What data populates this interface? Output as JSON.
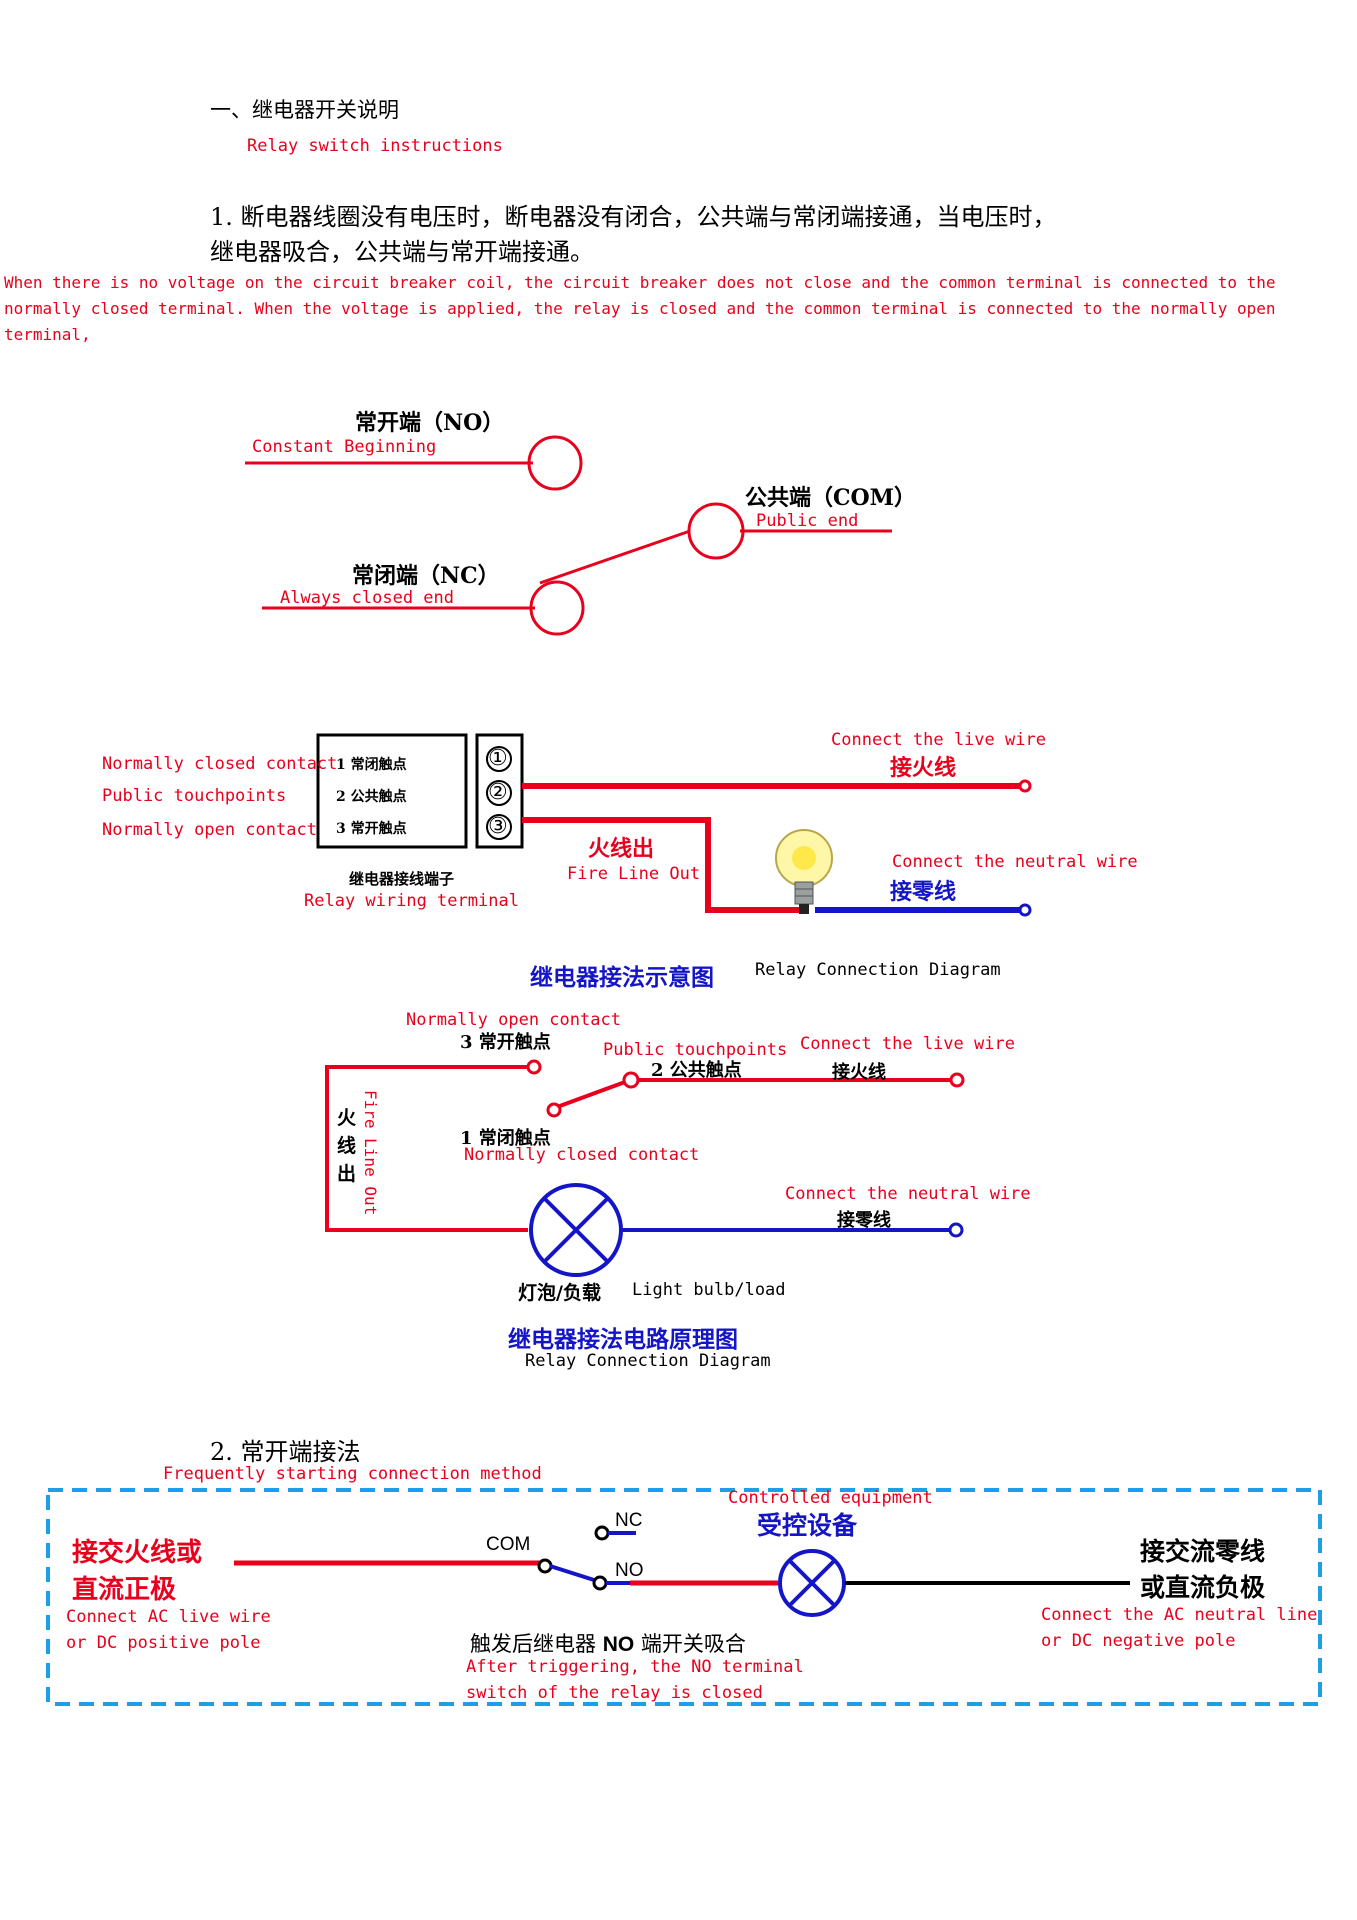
{
  "heading1": "一、继电器开关说明",
  "heading1_en": "Relay switch instructions",
  "para1_cn_line1": "1. 断电器线圈没有电压时，断电器没有闭合，公共端与常闭端接通，当电压时，",
  "para1_cn_line2": "继电器吸合，公共端与常开端接通。",
  "para1_en_line1": "When there is no voltage on the circuit breaker coil, the circuit breaker does not close and the common terminal is connected to the",
  "para1_en_line2": "normally closed terminal. When the voltage is applied, the relay is closed and the common terminal is connected to the normally open",
  "para1_en_line3": "terminal,",
  "diagram1": {
    "no_label": "常开端（NO）",
    "no_en": "Constant Beginning",
    "com_label": "公共端（COM）",
    "com_en": "Public end",
    "nc_label": "常闭端（NC）",
    "nc_en": "Always closed end"
  },
  "diagram2": {
    "nc_contact_en": "Normally closed contact",
    "com_contact_en": "Public touchpoints",
    "no_contact_en": "Normally open contact",
    "row1": "1 常闭触点",
    "row2": "2 公共触点",
    "row3": "3 常开触点",
    "term1": "①",
    "term2": "②",
    "term3": "③",
    "terminal_cn": "继电器接线端子",
    "terminal_en": "Relay wiring terminal",
    "live_en": "Connect the live wire",
    "live_cn": "接火线",
    "fire_out_cn": "火线出",
    "fire_out_en": "Fire Line Out",
    "neutral_en": "Connect the neutral wire",
    "neutral_cn": "接零线",
    "title_cn": "继电器接法示意图",
    "title_en": "Relay Connection Diagram"
  },
  "diagram3": {
    "no_en": "Normally open contact",
    "no_cn": "3 常开触点",
    "com_en": "Public touchpoints",
    "com_cn": "2 公共触点",
    "live_en": "Connect the live wire",
    "live_cn": "接火线",
    "fire_cn": "火线出",
    "fire_en": "Fire Line Out",
    "nc_cn": "1 常闭触点",
    "nc_en": "Normally closed contact",
    "neutral_en": "Connect the neutral wire",
    "neutral_cn": "接零线",
    "bulb_cn": "灯泡/负载",
    "bulb_en": "Light bulb/load",
    "title_cn": "继电器接法电路原理图",
    "title_en": "Relay Connection Diagram"
  },
  "heading2": "2. 常开端接法",
  "heading2_en": "Frequently starting connection method",
  "diagram4": {
    "controlled_en": "Controlled equipment",
    "controlled_cn": "受控设备",
    "nc": "NC",
    "com": "COM",
    "no": "NO",
    "left_cn_1": "接交火线或",
    "left_cn_2": "直流正极",
    "left_en_1": "Connect AC live wire",
    "left_en_2": "or DC positive pole",
    "right_cn_1": "接交流零线",
    "right_cn_2": "或直流负极",
    "right_en_1": "Connect the AC neutral line",
    "right_en_2": "or DC negative pole",
    "bottom_cn_pre": "触发后继电器 ",
    "bottom_cn_bold": "NO",
    "bottom_cn_post": " 端开关吸合",
    "bottom_en_1": "After triggering, the NO terminal",
    "bottom_en_2": "switch of the relay is closed"
  },
  "colors": {
    "red": "#e8001c",
    "blue": "#1515c8",
    "dash": "#1e9ee6"
  }
}
